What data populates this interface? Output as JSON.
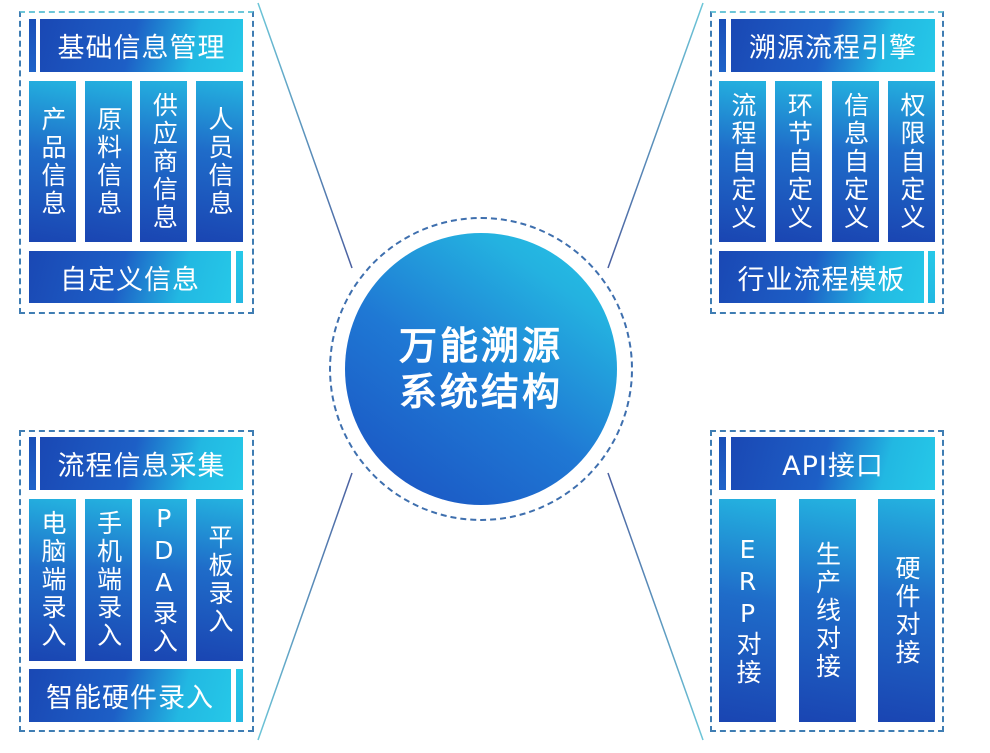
{
  "center": {
    "title_line1": "万能溯源",
    "title_line2": "系统结构",
    "colors": {
      "disc_start": "#1a4fc0",
      "disc_end": "#27c4e6",
      "ring": "#3e6fae"
    }
  },
  "modules": {
    "basic_info": {
      "title": "基础信息管理",
      "columns": [
        "产品信息",
        "原料信息",
        "供应商信息",
        "人员信息"
      ],
      "footer": "自定义信息"
    },
    "trace_engine": {
      "title": "溯源流程引擎",
      "columns": [
        "流程自定义",
        "环节自定义",
        "信息自定义",
        "权限自定义"
      ],
      "footer": "行业流程模板"
    },
    "data_collection": {
      "title": "流程信息采集",
      "columns": [
        "电脑端录入",
        "手机端录入",
        "PDA录入",
        "平板录入"
      ],
      "footer": "智能硬件录入"
    },
    "api": {
      "title": "API接口",
      "columns": [
        "ERP对接",
        "生产线对接",
        "硬件对接"
      ]
    }
  },
  "theme": {
    "dark_blue": "#1a48b4",
    "cyan": "#26c8e8",
    "dash_border": "#3f7db3"
  }
}
